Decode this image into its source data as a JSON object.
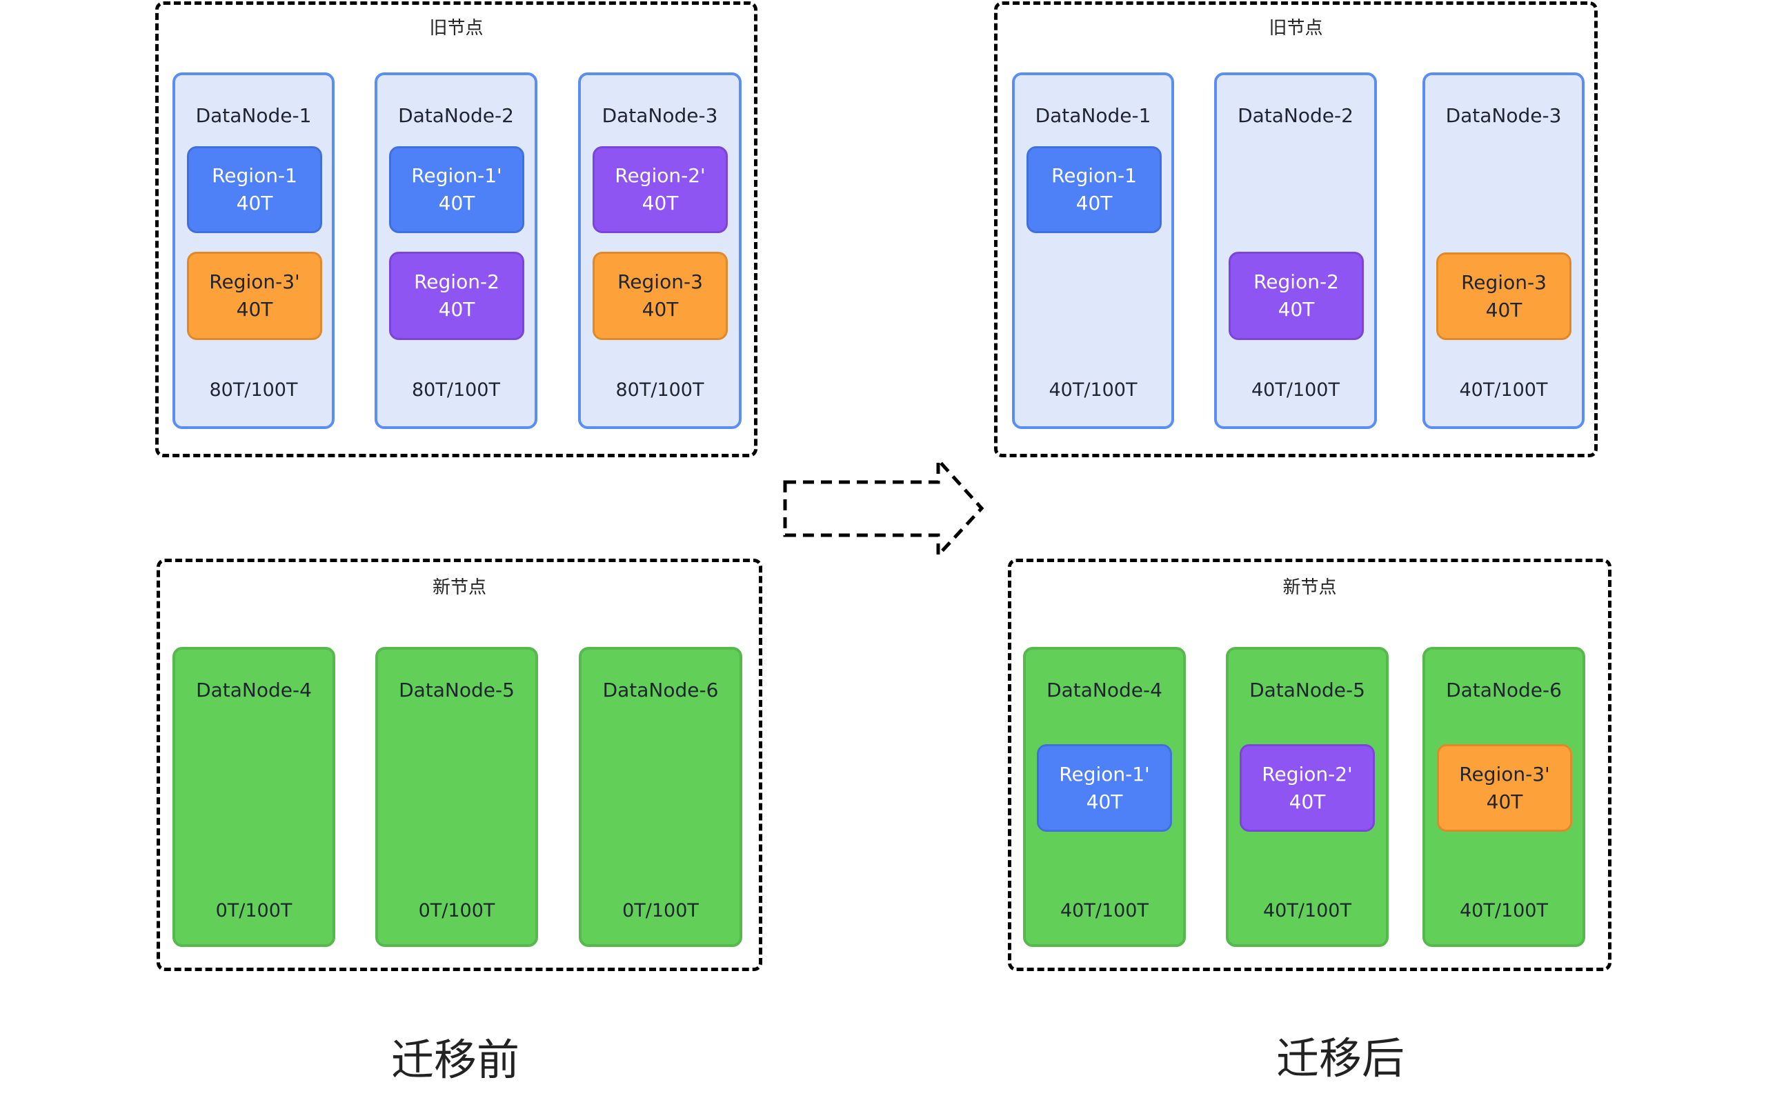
{
  "colors": {
    "region_blue": "#4e80f7",
    "region_purple": "#8f55f2",
    "region_orange": "#fda23a",
    "old_node_fill": "#dfe8fb",
    "old_node_border": "#5a8ef3",
    "new_node_fill": "#62d058"
  },
  "arrow_icon": "dashed-right-arrow",
  "before": {
    "title": "迁移前",
    "old_group": {
      "label": "旧节点",
      "nodes": [
        {
          "name": "DataNode-1",
          "usage": "80T/100T",
          "regions": [
            {
              "name": "Region-1",
              "size": "40T",
              "color": "blue"
            },
            {
              "name": "Region-3'",
              "size": "40T",
              "color": "orange"
            }
          ]
        },
        {
          "name": "DataNode-2",
          "usage": "80T/100T",
          "regions": [
            {
              "name": "Region-1'",
              "size": "40T",
              "color": "blue"
            },
            {
              "name": "Region-2",
              "size": "40T",
              "color": "purple"
            }
          ]
        },
        {
          "name": "DataNode-3",
          "usage": "80T/100T",
          "regions": [
            {
              "name": "Region-2'",
              "size": "40T",
              "color": "purple"
            },
            {
              "name": "Region-3",
              "size": "40T",
              "color": "orange"
            }
          ]
        }
      ]
    },
    "new_group": {
      "label": "新节点",
      "nodes": [
        {
          "name": "DataNode-4",
          "usage": "0T/100T",
          "regions": []
        },
        {
          "name": "DataNode-5",
          "usage": "0T/100T",
          "regions": []
        },
        {
          "name": "DataNode-6",
          "usage": "0T/100T",
          "regions": []
        }
      ]
    }
  },
  "after": {
    "title": "迁移后",
    "old_group": {
      "label": "旧节点",
      "nodes": [
        {
          "name": "DataNode-1",
          "usage": "40T/100T",
          "regions": [
            {
              "name": "Region-1",
              "size": "40T",
              "color": "blue",
              "slot": 0
            }
          ]
        },
        {
          "name": "DataNode-2",
          "usage": "40T/100T",
          "regions": [
            {
              "name": "Region-2",
              "size": "40T",
              "color": "purple",
              "slot": 1
            }
          ]
        },
        {
          "name": "DataNode-3",
          "usage": "40T/100T",
          "regions": [
            {
              "name": "Region-3",
              "size": "40T",
              "color": "orange",
              "slot": 1
            }
          ]
        }
      ]
    },
    "new_group": {
      "label": "新节点",
      "nodes": [
        {
          "name": "DataNode-4",
          "usage": "40T/100T",
          "regions": [
            {
              "name": "Region-1'",
              "size": "40T",
              "color": "blue"
            }
          ]
        },
        {
          "name": "DataNode-5",
          "usage": "40T/100T",
          "regions": [
            {
              "name": "Region-2'",
              "size": "40T",
              "color": "purple"
            }
          ]
        },
        {
          "name": "DataNode-6",
          "usage": "40T/100T",
          "regions": [
            {
              "name": "Region-3'",
              "size": "40T",
              "color": "orange"
            }
          ]
        }
      ]
    }
  }
}
